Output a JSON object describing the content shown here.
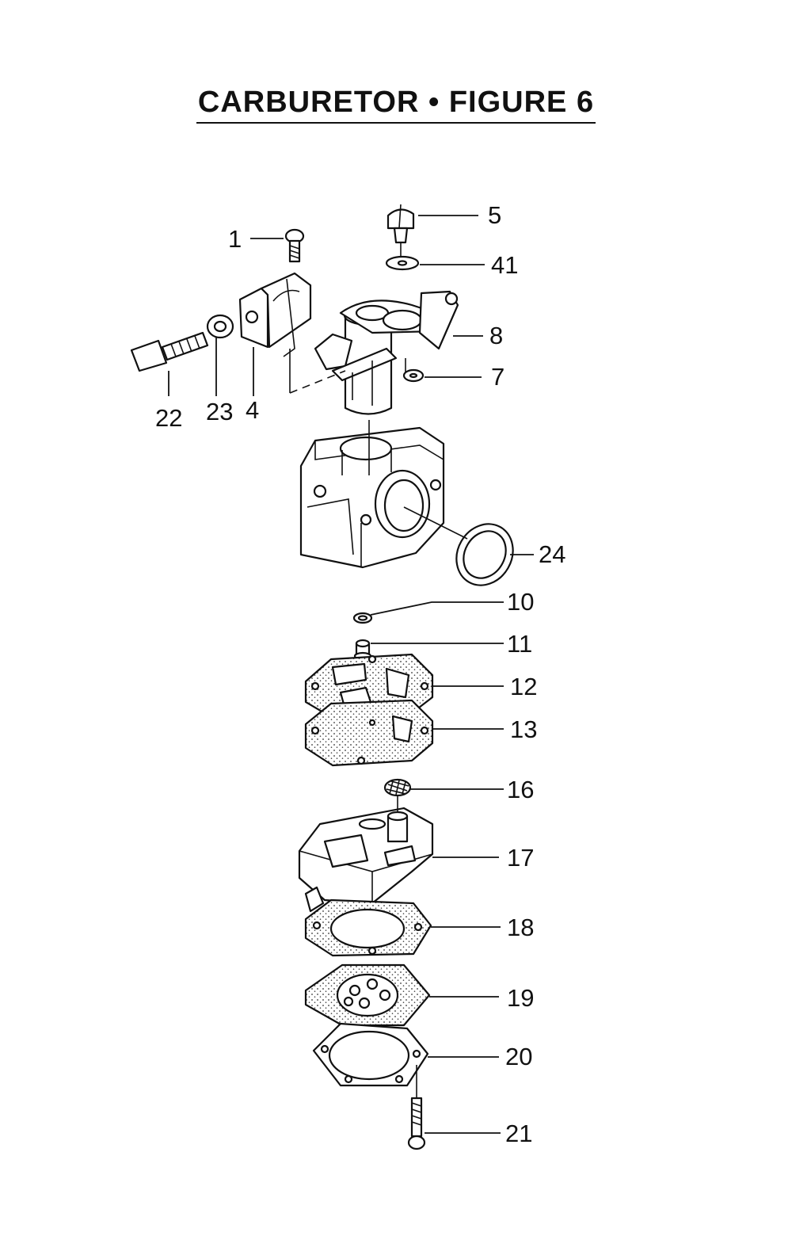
{
  "title": "CARBURETOR • FIGURE 6",
  "callouts": [
    "1",
    "5",
    "41",
    "8",
    "7",
    "22",
    "23",
    "4",
    "24",
    "10",
    "11",
    "12",
    "13",
    "16",
    "17",
    "18",
    "19",
    "20",
    "21"
  ],
  "colors": {
    "ink": "#111111",
    "paper": "#ffffff"
  }
}
